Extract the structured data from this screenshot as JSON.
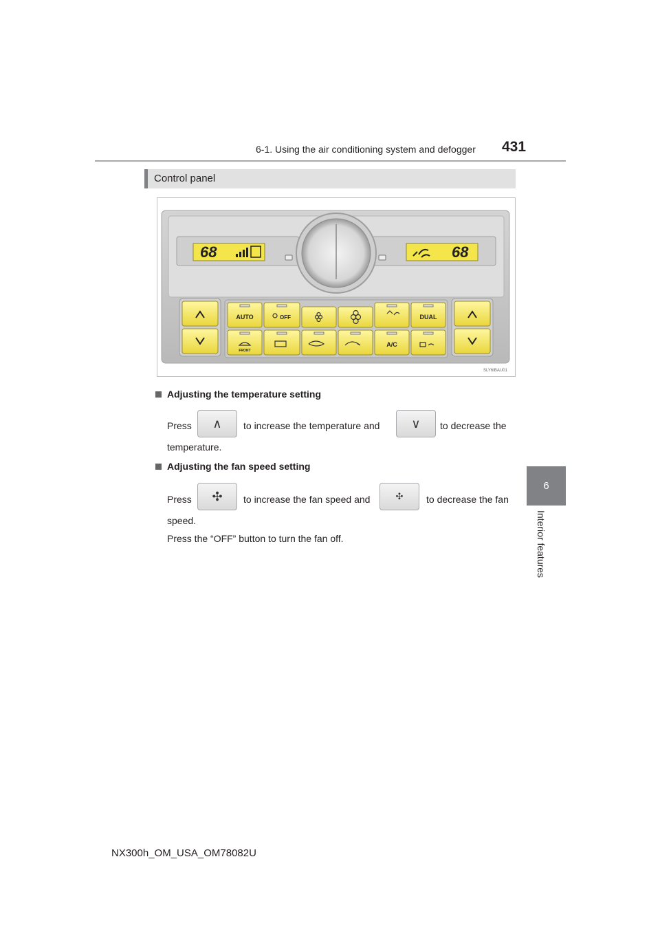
{
  "header": {
    "section_title": "6-1. Using the air conditioning system and defogger",
    "page_number": "431"
  },
  "section": {
    "title": "Control panel"
  },
  "chapter_tab": {
    "number": "6",
    "title": "Interior features"
  },
  "figure": {
    "id": "SLY6IBAU01",
    "left_display_temp": "68",
    "right_display_temp": "68",
    "buttons_top": [
      "AUTO",
      "OFF",
      "",
      "",
      "",
      "DUAL"
    ],
    "buttons_bottom": [
      "FRONT",
      "",
      "",
      "",
      "A/C",
      ""
    ]
  },
  "temperature": {
    "heading": "Adjusting the temperature setting",
    "press": "Press",
    "mid": "to increase the temperature and",
    "end": "to decrease the",
    "cont": "temperature."
  },
  "fan": {
    "heading": "Adjusting the fan speed setting",
    "press": "Press",
    "mid": "to increase the fan speed and",
    "end": "to decrease the fan",
    "cont": "speed.",
    "off_note": "Press the “OFF” button to turn the fan off."
  },
  "footer": {
    "doc_code": "NX300h_OM_USA_OM78082U"
  }
}
